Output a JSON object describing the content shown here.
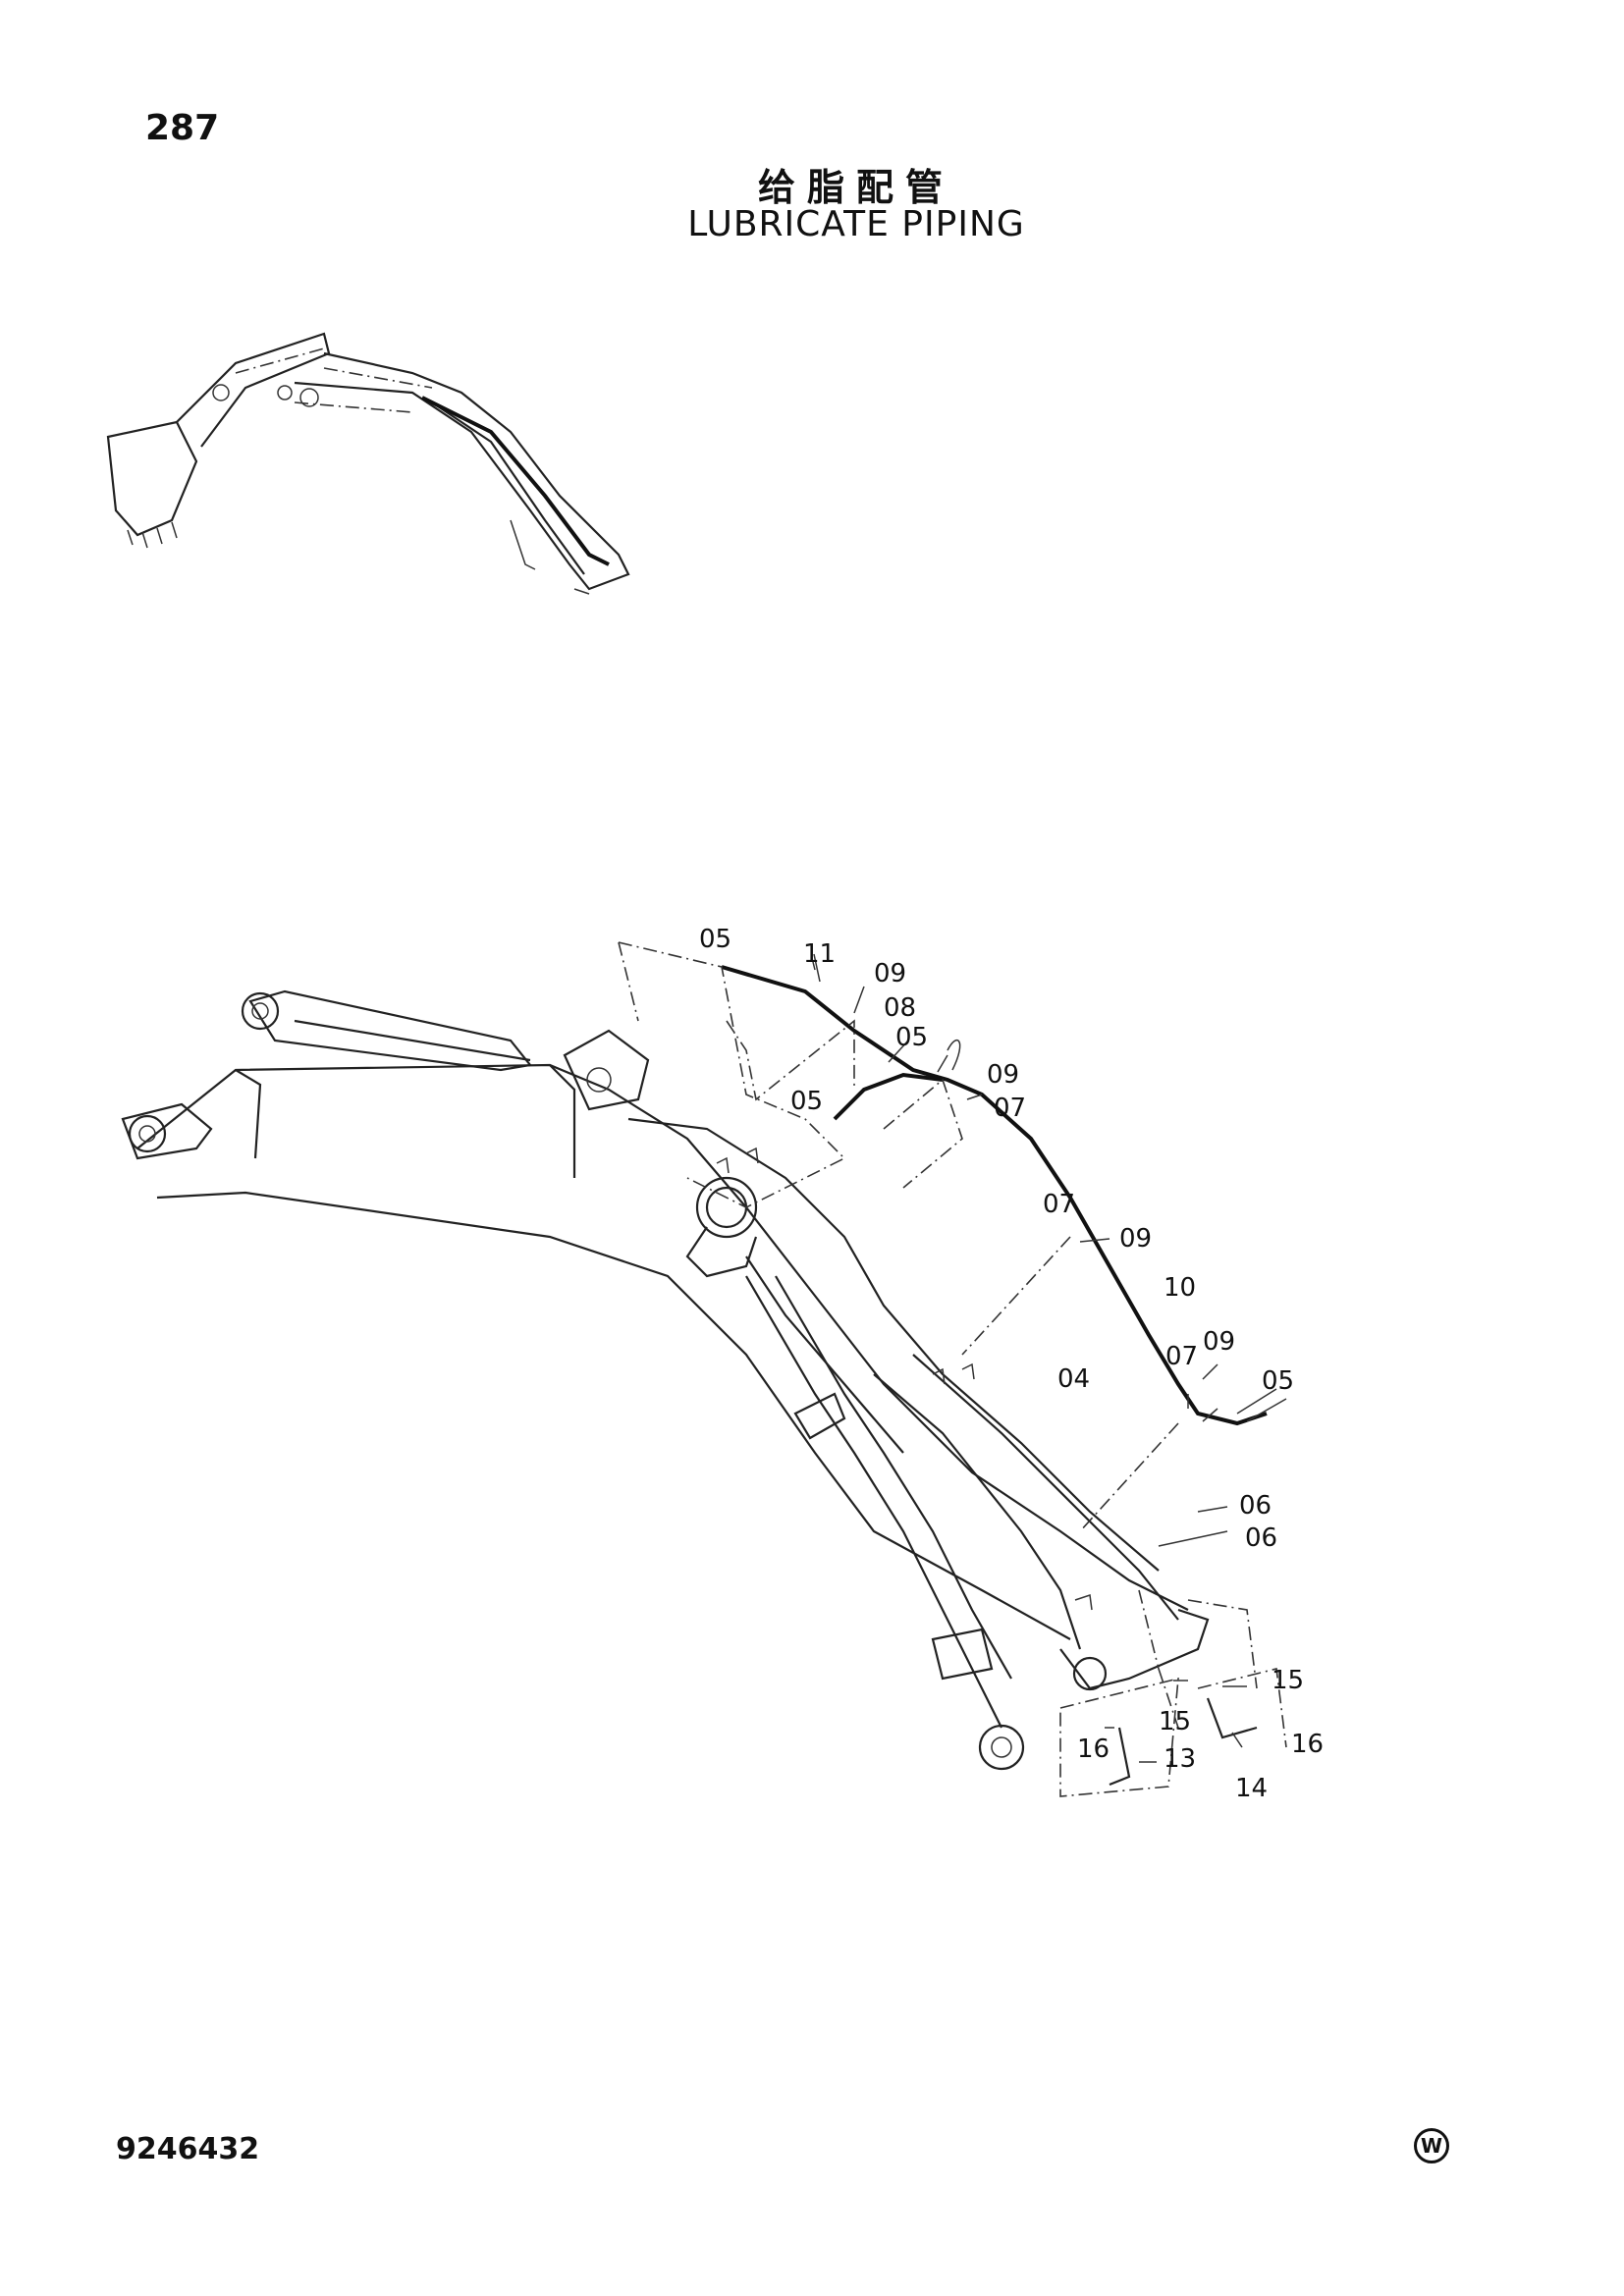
{
  "header": {
    "page_number": "287",
    "title_cn": "给脂配管",
    "title_en": "LUBRICATE PIPING"
  },
  "footer": {
    "doc_number": "9246432",
    "mark": "W"
  },
  "callouts": [
    "05",
    "11",
    "09",
    "08",
    "05",
    "09",
    "07",
    "05",
    "07",
    "09",
    "10",
    "04",
    "07",
    "09",
    "05",
    "06",
    "06",
    "15",
    "15",
    "16",
    "16",
    "13",
    "14"
  ]
}
